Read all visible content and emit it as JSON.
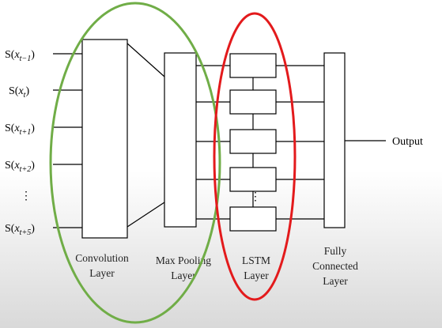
{
  "inputs": {
    "s0": {
      "head": "S(",
      "var": "x",
      "sub": "t−1",
      "tail": ")"
    },
    "s1": {
      "head": "S(",
      "var": "x",
      "sub": "t",
      "tail": ")"
    },
    "s2": {
      "head": "S(",
      "var": "x",
      "sub": "t+1",
      "tail": ")"
    },
    "s3": {
      "head": "S(",
      "var": "x",
      "sub": "t+2",
      "tail": ")"
    },
    "ellipsis": "⋮",
    "s4": {
      "head": "S(",
      "var": "x",
      "sub": "t+5",
      "tail": ")"
    }
  },
  "layers": {
    "conv": {
      "line1": "Convolution",
      "line2": "Layer"
    },
    "pool": {
      "line1": "Max Pooling",
      "line2": "Layer"
    },
    "lstm": {
      "line1": "LSTM",
      "line2": "Layer"
    },
    "fc": {
      "line1": "Fully",
      "line2": "Connected",
      "line3": "Layer"
    }
  },
  "lstm_ellipsis": "⋮",
  "output_label": "Output",
  "colors": {
    "cnn_ellipse": "#70ad47",
    "lstm_ellipse": "#e31a1c",
    "stroke": "#000000"
  }
}
